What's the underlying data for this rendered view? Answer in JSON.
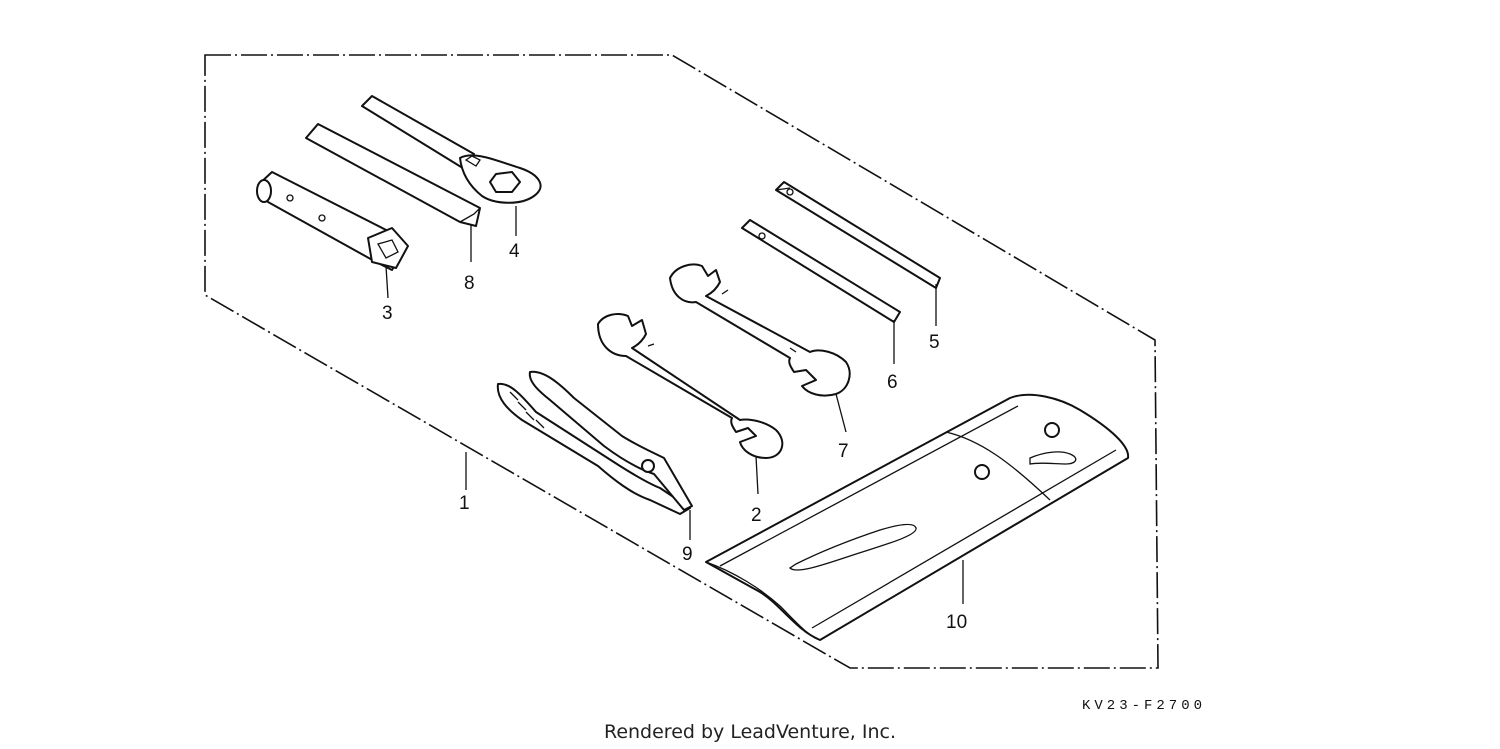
{
  "diagram": {
    "drawing_code": "KV23-F2700",
    "credit": "Rendered by LeadVenture, Inc.",
    "callouts": {
      "c1": "1",
      "c2": "2",
      "c3": "3",
      "c4": "4",
      "c5": "5",
      "c6": "6",
      "c7": "7",
      "c8": "8",
      "c9": "9",
      "c10": "10"
    }
  }
}
